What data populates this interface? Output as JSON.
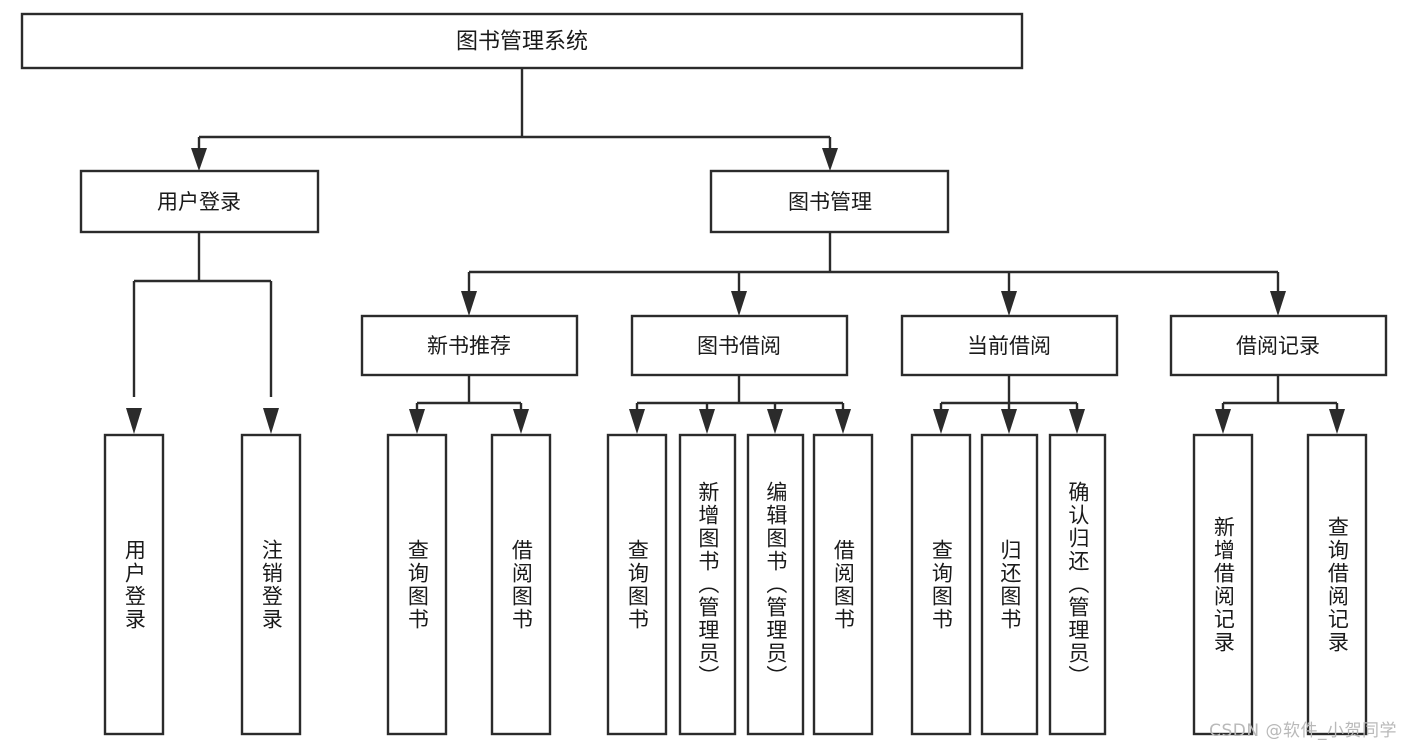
{
  "diagram": {
    "title": "图书管理系统",
    "type": "hierarchy-tree",
    "watermark": "CSDN @软件_小贺同学",
    "colors": {
      "stroke": "#2b2b2b",
      "fill": "#ffffff",
      "text": "#1a1a1a",
      "watermark": "#b9b9b9",
      "background": "#ffffff"
    },
    "levels": {
      "level1": [
        {
          "id": "root",
          "label": "图书管理系统",
          "orientation": "horizontal"
        }
      ],
      "level2": [
        {
          "id": "user-login",
          "label": "用户登录",
          "orientation": "horizontal"
        },
        {
          "id": "book-manage",
          "label": "图书管理",
          "orientation": "horizontal"
        }
      ],
      "level3": [
        {
          "id": "new-book-rec",
          "label": "新书推荐",
          "orientation": "horizontal",
          "parent": "book-manage"
        },
        {
          "id": "book-borrow",
          "label": "图书借阅",
          "orientation": "horizontal",
          "parent": "book-manage"
        },
        {
          "id": "current-borrow",
          "label": "当前借阅",
          "orientation": "horizontal",
          "parent": "book-manage"
        },
        {
          "id": "borrow-record",
          "label": "借阅记录",
          "orientation": "horizontal",
          "parent": "book-manage"
        }
      ],
      "level4": [
        {
          "id": "leaf-user-login",
          "label": "用户登录",
          "orientation": "vertical",
          "parent": "user-login"
        },
        {
          "id": "leaf-user-logout",
          "label": "注销登录",
          "orientation": "vertical",
          "parent": "user-login"
        },
        {
          "id": "leaf-query-book-1",
          "label": "查询图书",
          "orientation": "vertical",
          "parent": "new-book-rec"
        },
        {
          "id": "leaf-borrow-book-1",
          "label": "借阅图书",
          "orientation": "vertical",
          "parent": "new-book-rec"
        },
        {
          "id": "leaf-query-book-2",
          "label": "查询图书",
          "orientation": "vertical",
          "parent": "book-borrow"
        },
        {
          "id": "leaf-add-book",
          "label": "新增图书（管理员）",
          "orientation": "vertical",
          "parent": "book-borrow"
        },
        {
          "id": "leaf-edit-book",
          "label": "编辑图书（管理员）",
          "orientation": "vertical",
          "parent": "book-borrow"
        },
        {
          "id": "leaf-borrow-book-2",
          "label": "借阅图书",
          "orientation": "vertical",
          "parent": "book-borrow"
        },
        {
          "id": "leaf-query-book-3",
          "label": "查询图书",
          "orientation": "vertical",
          "parent": "current-borrow"
        },
        {
          "id": "leaf-return-book",
          "label": "归还图书",
          "orientation": "vertical",
          "parent": "current-borrow"
        },
        {
          "id": "leaf-confirm-return",
          "label": "确认归还（管理员）",
          "orientation": "vertical",
          "parent": "current-borrow"
        },
        {
          "id": "leaf-add-record",
          "label": "新增借阅记录",
          "orientation": "vertical",
          "parent": "borrow-record"
        },
        {
          "id": "leaf-query-record",
          "label": "查询借阅记录",
          "orientation": "vertical",
          "parent": "borrow-record"
        }
      ]
    }
  }
}
